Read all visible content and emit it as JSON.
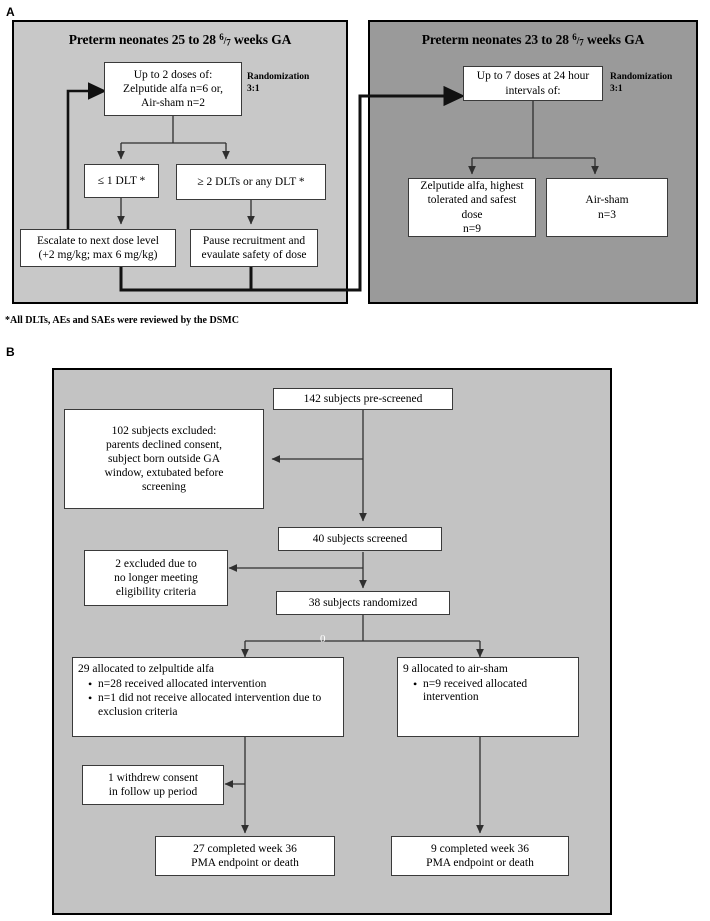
{
  "panels": {
    "a": {
      "letter": "A",
      "left_heading": {
        "pre": "Preterm neonates 25 to 28 ",
        "frac_num": "6",
        "frac_den": "7",
        "post": " weeks GA"
      },
      "right_heading": {
        "pre": "Preterm neonates 23 to 28 ",
        "frac_num": "6",
        "frac_den": "7",
        "post": " weeks GA"
      },
      "boxes": {
        "dose_box": [
          "Up to 2 doses of:",
          "Zelputide alfa n=6 or,",
          "Air-sham n=2"
        ],
        "low_dlt": [
          "≤ 1 DLT *"
        ],
        "high_dlt": [
          "≥ 2 DLTs or any DLT *"
        ],
        "escalate": [
          "Escalate to next dose level",
          "(+2 mg/kg; max 6 mg/kg)"
        ],
        "pause": [
          "Pause recruitment and",
          "evaulate safety of dose"
        ],
        "seven_doses": [
          "Up to 7 doses at 24 hour",
          "intervals of:"
        ],
        "zelp_highest": [
          "Zelputide alfa, highest",
          "tolerated and safest",
          "dose",
          "n=9"
        ],
        "air_sham": [
          "Air-sham",
          "n=3"
        ]
      },
      "randomization_left": [
        "Randomization",
        "3:1"
      ],
      "randomization_right": [
        "Randomization",
        "3:1"
      ],
      "footnote": "*All DLTs, AEs and SAEs were reviewed by the DSMC"
    },
    "b": {
      "letter": "B",
      "boxes": {
        "pre_screened": [
          "142 subjects pre-screened"
        ],
        "excluded_102": [
          "102 subjects excluded:",
          "parents declined consent,",
          "subject born outside GA",
          "window, extubated before",
          "screening"
        ],
        "screened_40": [
          "40 subjects screened"
        ],
        "excluded_2": [
          "2 excluded due to",
          "no longer meeting",
          "eligibility criteria"
        ],
        "randomized_38": [
          "38 subjects randomized"
        ],
        "alloc_zelp": {
          "title": "29 allocated to zelpultide alfa",
          "bullets": [
            "n=28 received allocated intervention",
            "n=1 did not receive allocated intervention due to exclusion criteria"
          ]
        },
        "alloc_air": {
          "title": "9 allocated to air-sham",
          "bullets": [
            "n=9 received allocated intervention"
          ]
        },
        "withdrew": [
          "1 withdrew consent",
          "in follow up period"
        ],
        "completed_zelp": [
          "27 completed week 36",
          "PMA endpoint or death"
        ],
        "completed_air": [
          "9 completed week 36",
          "PMA endpoint or death"
        ]
      },
      "artifact_label": "0"
    }
  },
  "colors": {
    "panel_a_left_fill": "#c8c8c8",
    "panel_a_right_fill": "#9a9a9a",
    "panel_b_fill": "#c3c3c3",
    "box_fill": "#ffffff",
    "line": "#2f2f2f",
    "border": "#000000"
  },
  "chart_data": {
    "type": "table",
    "title": "Phase 1/2 trial design and CONSORT participant flow",
    "panel_a_design": {
      "cohort_1": {
        "ga_range": "25 to 28 6/7 weeks GA",
        "max_doses": 2,
        "zelputide_n": 6,
        "air_sham_n": 2,
        "randomization": "3:1",
        "dlt_low_branch": "≤ 1 DLT",
        "dlt_high_branch": "≥ 2 DLTs or any DLT",
        "escalation_step_mg_per_kg": 2,
        "max_dose_mg_per_kg": 6
      },
      "cohort_2": {
        "ga_range": "23 to 28 6/7 weeks GA",
        "max_doses": 7,
        "dose_interval_hours": 24,
        "randomization": "3:1",
        "zelputide_n": 9,
        "air_sham_n": 3
      }
    },
    "panel_b_consort": {
      "pre_screened": 142,
      "excluded_pre_screen": 102,
      "screened": 40,
      "excluded_eligibility": 2,
      "randomized": 38,
      "allocated_zelpultide": 29,
      "zelpultide_received": 28,
      "zelpultide_not_received": 1,
      "allocated_air_sham": 9,
      "air_sham_received": 9,
      "withdrew_consent": 1,
      "completed_zelpultide": 27,
      "completed_air_sham": 9
    }
  }
}
